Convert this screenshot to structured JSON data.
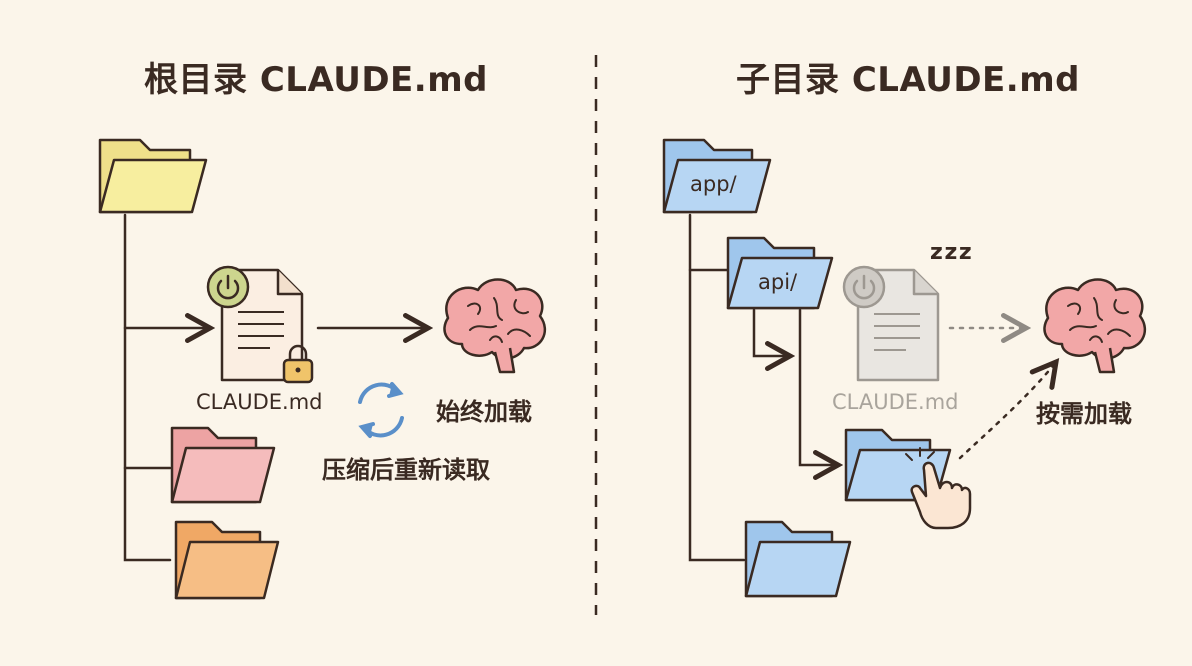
{
  "left_panel": {
    "title": "根目录 CLAUDE.md",
    "file_label": "CLAUDE.md",
    "load_label": "始终加载",
    "reload_label": "压缩后重新读取"
  },
  "right_panel": {
    "title": "子目录 CLAUDE.md",
    "folder_app": "app/",
    "folder_api": "api/",
    "sleep_text": "z z z",
    "file_label": "CLAUDE.md",
    "load_label": "按需加载"
  },
  "colors": {
    "ink": "#3a2a22",
    "background": "#fbf5ea",
    "yellow_folder": "#f5e99a",
    "pink_folder": "#f3b6b6",
    "orange_folder": "#f4b577",
    "blue_folder": "#a9cdef",
    "brain": "#f2a7a7",
    "dim_gray": "#a9a49c"
  }
}
